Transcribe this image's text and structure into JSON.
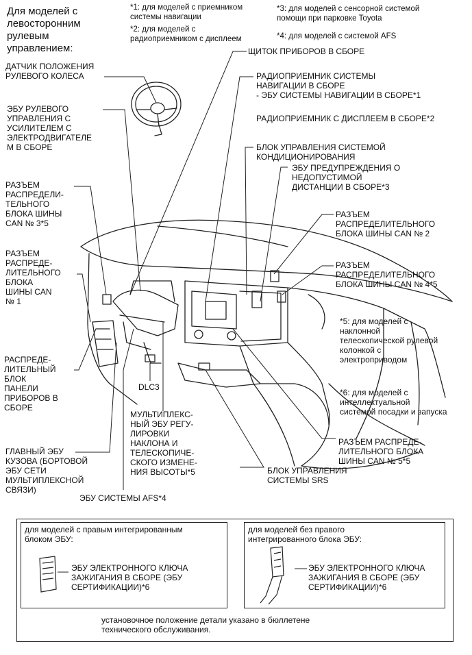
{
  "header": {
    "title": "Для моделей с\nлевосторонним\nрулевым\nуправлением:",
    "notes": {
      "n1": "*1: для моделей с приемником\nсистемы навигации",
      "n2": "*2: для моделей с\nрадиоприемником с дисплеем",
      "n3": "*3: для моделей с сенсорной системой\nпомощи при парковке Toyota",
      "n4": "*4: для моделей с системой AFS"
    }
  },
  "labels": {
    "steering_sensor": "ДАТЧИК ПОЛОЖЕНИЯ\nРУЛЕВОГО КОЛЕСА",
    "eps_ecu": "ЭБУ РУЛЕВОГО\nУПРАВЛЕНИЯ С\nУСИЛИТЕЛЕМ С\nЭЛЕКТРОДВИГАТЕЛЕ\nМ В СБОРЕ",
    "can3": "РАЗЪЕМ\nРАСПРЕДЕЛИ-\nТЕЛЬНОГО\nБЛОКА ШИНЫ\nCAN № 3*5",
    "can1": "РАЗЪЕМ\nРАСПРЕДЕ-\nЛИТЕЛЬНОГО\nБЛОКА\nШИНЫ CAN\n№ 1",
    "instrument_junction": "РАСПРЕДЕ-\nЛИТЕЛЬНЫЙ\nБЛОК\nПАНЕЛИ\nПРИБОРОВ В\nСБОРЕ",
    "main_body_ecu": "ГЛАВНЫЙ ЭБУ\nКУЗОВА (БОРТОВОЙ\nЭБУ СЕТИ\nМУЛЬТИПЛЕКСНОЙ\nСВЯЗИ)",
    "afs_ecu": "ЭБУ СИСТЕМЫ AFS*4",
    "dlc3": "DLC3",
    "tilt_tele_ecu": "МУЛЬТИПЛЕКС-\nНЫЙ ЭБУ РЕГУ-\nЛИРОВКИ\nНАКЛОНА И\nТЕЛЕСКОПИЧЕ-\nСКОГО ИЗМЕНЕ-\nНИЯ ВЫСОТЫ*5",
    "srs": "БЛОК УПРАВЛЕНИЯ\nСИСТЕМЫ SRS",
    "can5": "РАЗЪЕМ РАСПРЕДЕ-\nЛИТЕЛЬНОГО БЛОКА\nШИНЫ CAN № 5*5",
    "combination_meter": "ЩИТОК ПРИБОРОВ В СБОРЕ",
    "nav_receiver": "РАДИОПРИЕМНИК СИСТЕМЫ\nНАВИГАЦИИ В СБОРЕ\n- ЭБУ СИСТЕМЫ НАВИГАЦИИ В СБОРЕ*1",
    "radio_display": "РАДИОПРИЕМНИК С ДИСПЛЕЕМ В СБОРЕ*2",
    "ac_control": "БЛОК УПРАВЛЕНИЯ СИСТЕМОЙ\nКОНДИЦИОНИРОВАНИЯ",
    "clearance_ecu": "ЭБУ ПРЕДУПРЕЖДЕНИЯ О\nНЕДОПУСТИМОЙ\nДИСТАНЦИИ В СБОРЕ*3",
    "can2": "РАЗЪЕМ\nРАСПРЕДЕЛИТЕЛЬНОГО\nБЛОКА ШИНЫ CAN № 2",
    "can4": "РАЗЪЕМ\nРАСПРЕДЕЛИТЕЛЬНОГО\nБЛОКА ШИНЫ CAN № 4*5",
    "note5": "*5: для моделей с\nнаклонной\nтелескопической рулевой\nколонкой с\nэлектроприводом",
    "note6": "*6: для моделей с\nинтеллектуальной\nсистемой посадки и запуска"
  },
  "bottom": {
    "left_title": "для моделей с правым интегрированным\nблоком ЭБУ:",
    "left_label": "ЭБУ ЭЛЕКТРОННОГО КЛЮЧА\nЗАЖИГАНИЯ В СБОРЕ (ЭБУ\nСЕРТИФИКАЦИИ)*6",
    "right_title": "для моделей без правого\nинтегрированного блока ЭБУ:",
    "right_label": "ЭБУ ЭЛЕКТРОННОГО КЛЮЧА\nЗАЖИГАНИЯ В СБОРЕ (ЭБУ\nСЕРТИФИКАЦИИ)*6",
    "footer": "установочное положение детали указано в бюллетене\nтехнического обслуживания."
  }
}
